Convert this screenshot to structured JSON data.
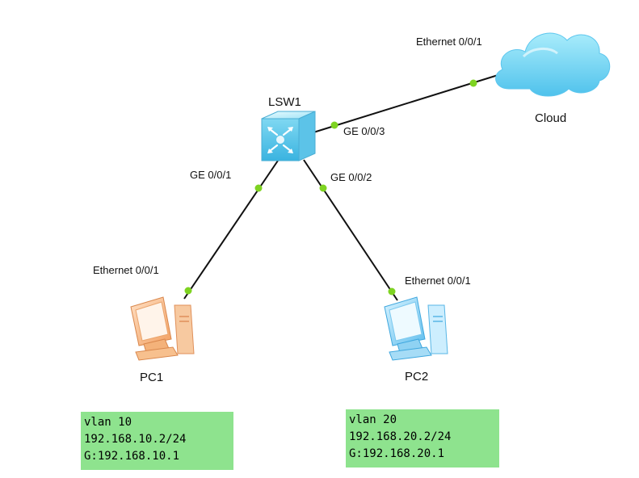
{
  "devices": {
    "switch": {
      "name": "LSW1",
      "icon": "switch-icon"
    },
    "cloud": {
      "name": "Cloud",
      "icon": "cloud-icon"
    },
    "pc1": {
      "name": "PC1",
      "icon": "pc-icon",
      "color": "#f0a060"
    },
    "pc2": {
      "name": "PC2",
      "icon": "pc-icon",
      "color": "#6ec4f0"
    }
  },
  "ports": {
    "cloud_eth": "Ethernet 0/0/1",
    "sw_ge3": "GE 0/0/3",
    "sw_ge1": "GE 0/0/1",
    "sw_ge2": "GE 0/0/2",
    "pc1_eth": "Ethernet 0/0/1",
    "pc2_eth": "Ethernet 0/0/1"
  },
  "notes": {
    "pc1": {
      "vlan": "vlan 10",
      "ip": "192.168.10.2/24",
      "gateway": "G:192.168.10.1"
    },
    "pc2": {
      "vlan": "vlan 20",
      "ip": "192.168.20.2/24",
      "gateway": "G:192.168.20.1"
    }
  },
  "colors": {
    "link": "#111111",
    "port_dot": "#7ed321",
    "note_bg": "#8ee38e"
  }
}
